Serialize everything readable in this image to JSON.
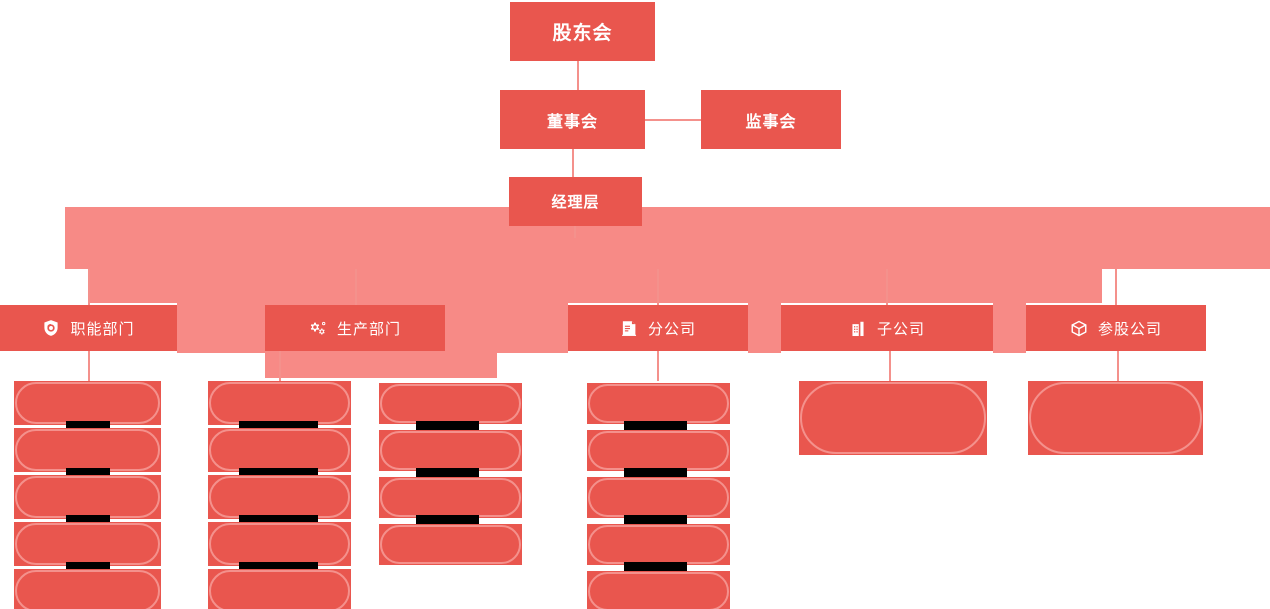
{
  "chart_title": "",
  "colors": {
    "node_red": "#e9564e",
    "band_pink": "#f78a86",
    "line_pink": "#f4918c",
    "text_white": "#ffffff",
    "redaction_black": "#000000",
    "background": "#ffffff"
  },
  "hierarchy": {
    "shareholders": {
      "label": "股东会"
    },
    "board": {
      "label": "董事会"
    },
    "supervisors": {
      "label": "监事会"
    },
    "management": {
      "label": "经理层"
    }
  },
  "columns": [
    {
      "id": "functional-departments",
      "label": "职能部门",
      "icon": "shield-icon",
      "items": [
        {
          "label": "",
          "redacted": true
        },
        {
          "label": "",
          "redacted": true
        },
        {
          "label": "",
          "redacted": true
        },
        {
          "label": "",
          "redacted": true
        },
        {
          "label": "",
          "redacted": false
        }
      ]
    },
    {
      "id": "production-departments",
      "label": "生产部门",
      "icon": "gears-icon",
      "items": [
        {
          "label": "",
          "redacted": true
        },
        {
          "label": "",
          "redacted": true
        },
        {
          "label": "",
          "redacted": true
        },
        {
          "label": "",
          "redacted": true
        },
        {
          "label": "",
          "redacted": false
        }
      ]
    },
    {
      "id": "production-departments-secondary",
      "label": "",
      "icon": "",
      "items": [
        {
          "label": "",
          "redacted": true
        },
        {
          "label": "",
          "redacted": true
        },
        {
          "label": "",
          "redacted": true
        },
        {
          "label": "",
          "redacted": false
        }
      ]
    },
    {
      "id": "branch-companies",
      "label": "分公司",
      "icon": "document-icon",
      "items": [
        {
          "label": "",
          "redacted": true
        },
        {
          "label": "",
          "redacted": true
        },
        {
          "label": "",
          "redacted": true
        },
        {
          "label": "",
          "redacted": true
        },
        {
          "label": "",
          "redacted": false
        }
      ]
    },
    {
      "id": "subsidiary-companies",
      "label": "子公司",
      "icon": "buildings-icon",
      "items": [
        {
          "label": "",
          "redacted": false
        }
      ]
    },
    {
      "id": "equity-participation-companies",
      "label": "参股公司",
      "icon": "cube-icon",
      "items": [
        {
          "label": "",
          "redacted": false
        }
      ]
    }
  ]
}
